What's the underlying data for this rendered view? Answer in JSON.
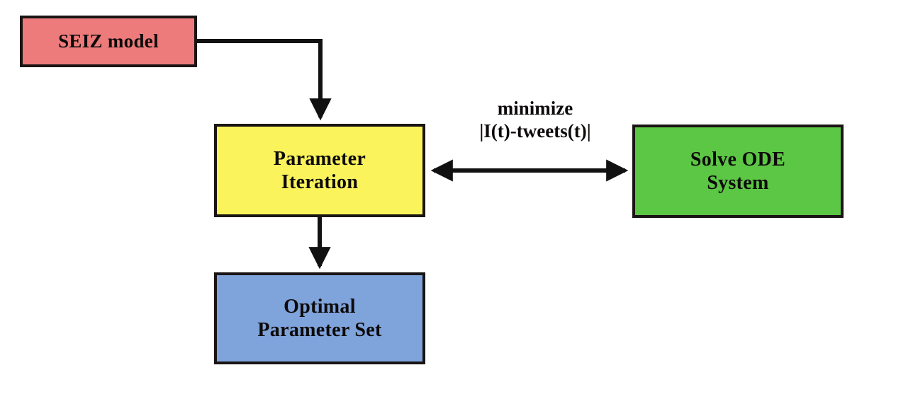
{
  "diagram": {
    "title": "SEIZ model parameter fitting flowchart",
    "background": "#ffffff",
    "edge_color": "#111111",
    "nodes": [
      {
        "id": "seiz",
        "lines": [
          "SEIZ model"
        ],
        "fill": "#ED7B7B",
        "border": "#1a1414"
      },
      {
        "id": "parameter_iteration",
        "lines": [
          "Parameter",
          "Iteration"
        ],
        "fill": "#FAF35C",
        "border": "#1a1414"
      },
      {
        "id": "solve_ode",
        "lines": [
          "Solve ODE",
          "System"
        ],
        "fill": "#5CC645",
        "border": "#1a1414"
      },
      {
        "id": "optimal_params",
        "lines": [
          "Optimal",
          "Parameter Set"
        ],
        "fill": "#7FA3DB",
        "border": "#1a1414"
      }
    ],
    "edges": [
      {
        "id": "seiz-to-parameter-iteration",
        "from": "seiz",
        "to": "parameter_iteration",
        "style": "elbow",
        "arrowheads": "end"
      },
      {
        "id": "parameter-iteration-to-solve-ode",
        "from": "parameter_iteration",
        "to": "solve_ode",
        "style": "straight",
        "arrowheads": "both",
        "label_lines": [
          "minimize",
          "|I(t)-tweets(t)|"
        ]
      },
      {
        "id": "parameter-iteration-to-optimal-params",
        "from": "parameter_iteration",
        "to": "optimal_params",
        "style": "straight",
        "arrowheads": "end"
      }
    ]
  }
}
